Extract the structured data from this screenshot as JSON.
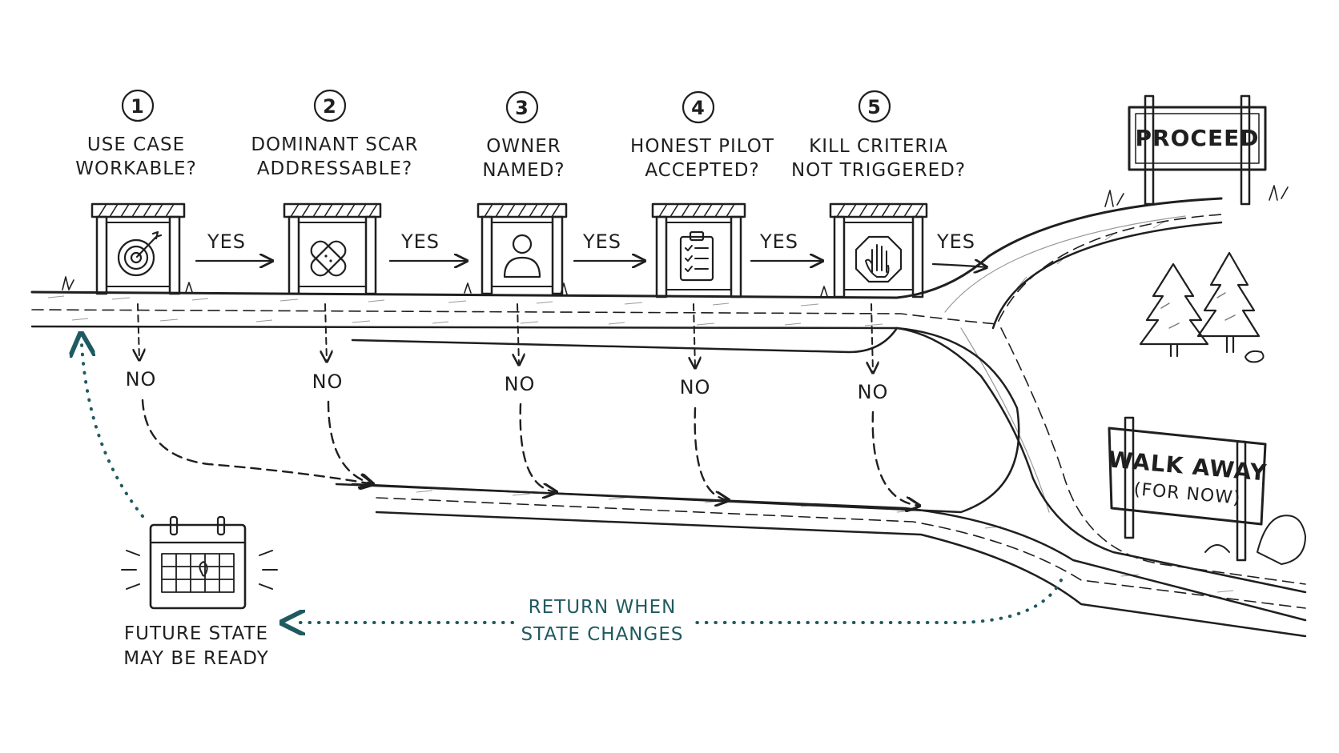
{
  "gates": [
    {
      "number": "1",
      "line1": "USE CASE",
      "line2": "WORKABLE?",
      "icon": "target-icon"
    },
    {
      "number": "2",
      "line1": "DOMINANT SCAR",
      "line2": "ADDRESSABLE?",
      "icon": "bandage-icon"
    },
    {
      "number": "3",
      "line1": "OWNER",
      "line2": "NAMED?",
      "icon": "person-icon"
    },
    {
      "number": "4",
      "line1": "HONEST PILOT",
      "line2": "ACCEPTED?",
      "icon": "clipboard-checklist-icon"
    },
    {
      "number": "5",
      "line1": "KILL CRITERIA",
      "line2": "NOT TRIGGERED?",
      "icon": "stop-hand-icon"
    }
  ],
  "yes_label": "YES",
  "no_label": "NO",
  "proceed_sign": "PROCEED",
  "walk_away_sign": {
    "line1": "WALK AWAY",
    "line2": "(FOR NOW)"
  },
  "return_label": {
    "line1": "RETURN WHEN",
    "line2": "STATE CHANGES"
  },
  "future_label": {
    "line1": "FUTURE STATE",
    "line2": "MAY BE READY"
  },
  "colors": {
    "ink": "#1f1f1f",
    "return_path": "#1f5a60",
    "background": "#ffffff"
  }
}
